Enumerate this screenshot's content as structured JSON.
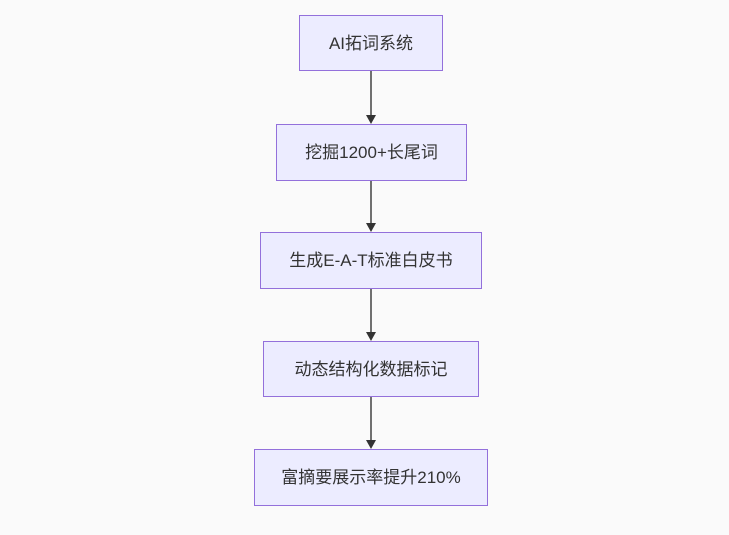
{
  "diagram": {
    "type": "flowchart",
    "direction": "top-down",
    "colors": {
      "background": "#fafafa",
      "node_fill": "#ECECFF",
      "node_border": "#9370DB",
      "node_text": "#333333",
      "edge_line": "#4d4d4d",
      "edge_arrowhead": "#333333"
    },
    "nodes": [
      {
        "id": "step-1",
        "label": "AI拓词系统"
      },
      {
        "id": "step-2",
        "label": "挖掘1200+长尾词"
      },
      {
        "id": "step-3",
        "label": "生成E-A-T标准白皮书"
      },
      {
        "id": "step-4",
        "label": "动态结构化数据标记"
      },
      {
        "id": "step-5",
        "label": "富摘要展示率提升210%"
      }
    ],
    "edges": [
      {
        "from": "step-1",
        "to": "step-2",
        "style": "arrow-down"
      },
      {
        "from": "step-2",
        "to": "step-3",
        "style": "arrow-down"
      },
      {
        "from": "step-3",
        "to": "step-4",
        "style": "arrow-down"
      },
      {
        "from": "step-4",
        "to": "step-5",
        "style": "arrow-down"
      }
    ]
  }
}
